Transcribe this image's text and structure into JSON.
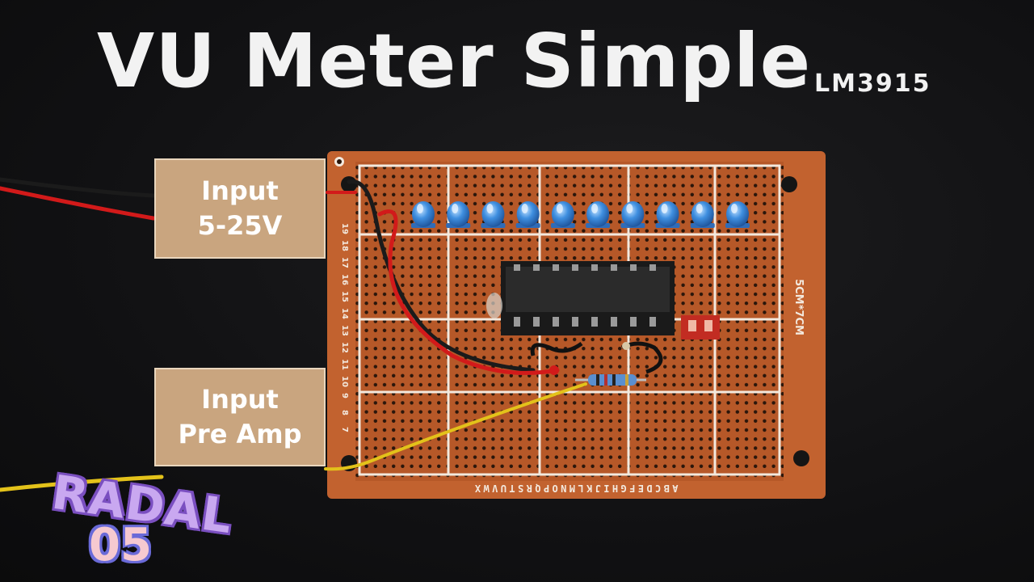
{
  "title": "VU Meter Simple",
  "subtitle": "LM3915",
  "labels": {
    "power_line1": "Input",
    "power_line2": "5-25V",
    "preamp_line1": "Input",
    "preamp_line2": "Pre Amp"
  },
  "brand": {
    "name": "RADAL",
    "number": "05"
  },
  "board": {
    "size_marking": "5CM*7CM",
    "column_letters": "ABCDEFGHIJKLMNOPQRSTUVWX",
    "led_count": 10
  },
  "colors": {
    "board": "#c2622f",
    "led": "#3f8fe0",
    "wire_red": "#d21a1a",
    "wire_yellow": "#e3c21a"
  }
}
